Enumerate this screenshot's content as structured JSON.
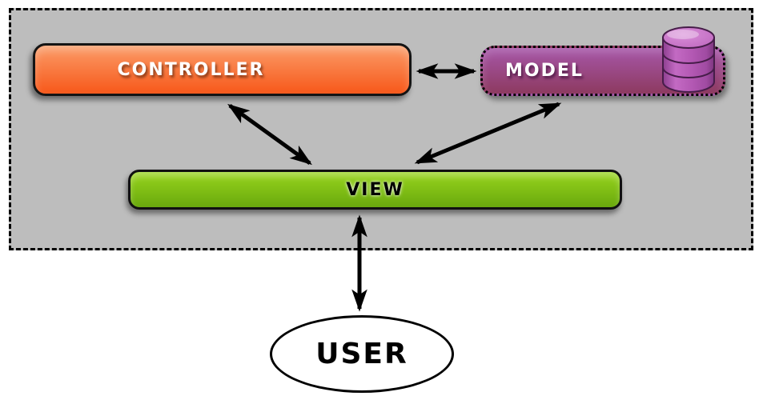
{
  "diagram": {
    "type": "mvc-architecture",
    "nodes": {
      "controller": {
        "label": "CONTROLLER",
        "shape": "rounded-rect",
        "border_style": "solid",
        "fill_top": "#fb9c68",
        "fill_bottom": "#f7581a",
        "text_color": "#ffffff"
      },
      "model": {
        "label": "MODEL",
        "shape": "rounded-rect",
        "border_style": "dotted",
        "fill_top": "#a757a9",
        "fill_bottom": "#8d3a60",
        "text_color": "#ffffff",
        "icon": "database-icon"
      },
      "view": {
        "label": "VIEW",
        "shape": "rounded-rect",
        "border_style": "solid",
        "fill_top": "#98d51d",
        "fill_bottom": "#69a90d",
        "text_color": "#000000"
      },
      "user": {
        "label": "USER",
        "shape": "ellipse",
        "fill": "#ffffff",
        "text_color": "#000000"
      }
    },
    "edges": [
      {
        "from": "controller",
        "to": "model",
        "bidirectional": true
      },
      {
        "from": "controller",
        "to": "view",
        "bidirectional": true
      },
      {
        "from": "model",
        "to": "view",
        "bidirectional": true
      },
      {
        "from": "view",
        "to": "user",
        "bidirectional": true
      }
    ],
    "boundary": {
      "contains": [
        "controller",
        "model",
        "view"
      ],
      "border_style": "dashed",
      "fill": "#bdbdbd"
    }
  },
  "colors": {
    "boundary-bg": "#bdbdbd",
    "controller-top": "#fb9c68",
    "controller-bottom": "#f7581a",
    "model-top": "#a757a9",
    "model-bottom": "#8d3a60",
    "view-top": "#98d51d",
    "view-bottom": "#69a90d",
    "arrow": "#000000",
    "db-top-face": "#ca77ca",
    "db-body": "#b459b4"
  }
}
